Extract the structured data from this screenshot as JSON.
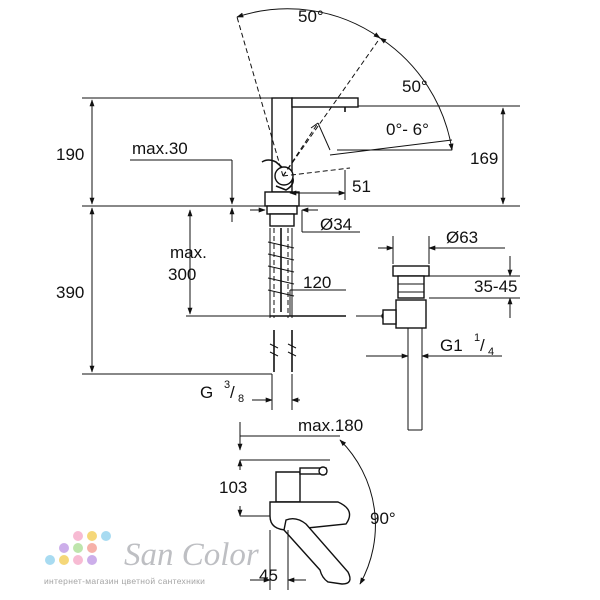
{
  "labels": {
    "angle_top": "50°",
    "angle_right": "50°",
    "tilt": "0°- 6°",
    "height_total": "190",
    "reach_max": "max.30",
    "spout_height": "169",
    "spout_reach": "51",
    "hole_diameter": "Ø34",
    "shank_max": "max.",
    "shank_max_value": "300",
    "waste_diameter": "Ø63",
    "pull_rod": "120",
    "waste_range": "35-45",
    "below_height": "390",
    "waste_thread": "G1",
    "waste_thread_frac_num": "1",
    "waste_thread_frac_den": "4",
    "supply_thread": "G",
    "supply_thread_frac_num": "3",
    "supply_thread_frac_den": "8",
    "spout_length": "max.180",
    "plan_depth": "103",
    "swivel_angle": "90°",
    "plan_offset": "45"
  },
  "watermark": {
    "brand": "San Color",
    "subtitle": "интернет-магазин цветной сантехники",
    "colors": [
      "#f7b4cf",
      "#f5d36b",
      "#9fd8f0",
      "#c7a6e8",
      "#b7e3a4",
      "#f6a9a0"
    ]
  },
  "colors": {
    "line": "#111111",
    "watermark": "#b7b9bd"
  }
}
